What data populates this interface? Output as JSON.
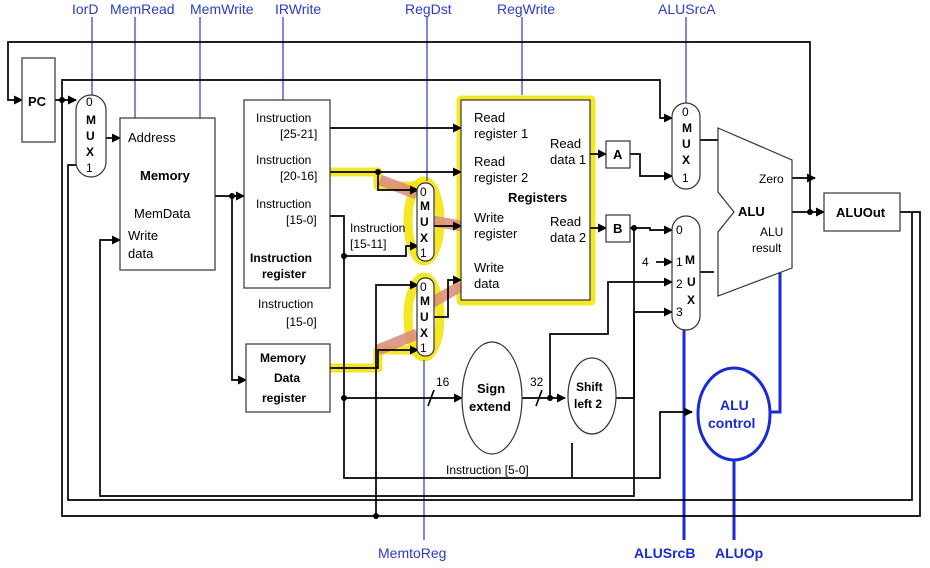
{
  "signals": {
    "iord": "IorD",
    "memread": "MemRead",
    "memwrite": "MemWrite",
    "irwrite": "IRWrite",
    "regdst": "RegDst",
    "regwrite": "RegWrite",
    "alusrca": "ALUSrcA",
    "memtoreg": "MemtoReg",
    "alusrcb": "ALUSrcB",
    "aluop": "ALUOp"
  },
  "pc": {
    "label": "PC"
  },
  "mux_pc": {
    "in0": "0",
    "in1": "1",
    "l1": "M",
    "l2": "U",
    "l3": "X"
  },
  "memory": {
    "address": "Address",
    "title": "Memory",
    "memdata": "MemData",
    "write1": "Write",
    "write2": "data"
  },
  "ir": {
    "i1a": "Instruction",
    "i1b": "[25-21]",
    "i2a": "Instruction",
    "i2b": "[20-16]",
    "i3a": "Instruction",
    "i3b": "[15-0]",
    "t1": "Instruction",
    "t2": "register"
  },
  "instr_15_0": {
    "a": "Instruction",
    "b": "[15-0]"
  },
  "instr_15_11": {
    "a": "Instruction",
    "b": "[15-11]"
  },
  "mdr": {
    "l1": "Memory",
    "l2": "Data",
    "l3": "register"
  },
  "mux_regdst": {
    "in0": "0",
    "in1": "1",
    "l1": "M",
    "l2": "U",
    "l3": "X"
  },
  "mux_memtoreg": {
    "in0": "0",
    "in1": "1",
    "l1": "M",
    "l2": "U",
    "l3": "X"
  },
  "registers": {
    "rr1a": "Read",
    "rr1b": "register 1",
    "rr2a": "Read",
    "rr2b": "register 2",
    "wra": "Write",
    "wrb": "register",
    "wda": "Write",
    "wdb": "data",
    "title": "Registers",
    "rd1a": "Read",
    "rd1b": "data 1",
    "rd2a": "Read",
    "rd2b": "data 2"
  },
  "reg_a": "A",
  "reg_b": "B",
  "mux_alusrca": {
    "in0": "0",
    "in1": "1",
    "l1": "M",
    "l2": "U",
    "l3": "X"
  },
  "mux_alusrcb": {
    "in0": "0",
    "in1": "1",
    "in2": "2",
    "in3": "3",
    "l1": "M",
    "l2": "U",
    "l3": "X",
    "four": "4"
  },
  "alu": {
    "zero": "Zero",
    "title": "ALU",
    "res1": "ALU",
    "res2": "result"
  },
  "aluout": "ALUOut",
  "signext": {
    "l1": "Sign",
    "l2": "extend",
    "w16": "16",
    "w32": "32"
  },
  "shift": {
    "l1": "Shift",
    "l2": "left 2"
  },
  "alucontrol": {
    "l1": "ALU",
    "l2": "control"
  },
  "instr_5_0": "Instruction [5-0]"
}
